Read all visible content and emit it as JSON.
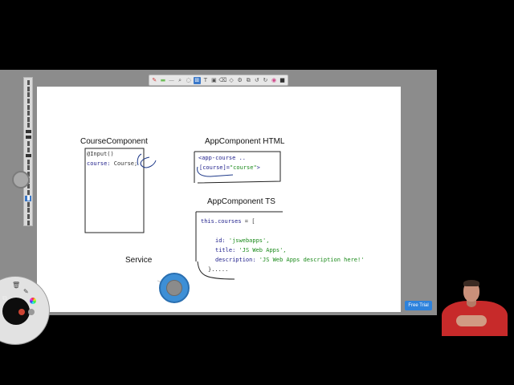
{
  "toolbar": {
    "tools": [
      {
        "name": "pen-red-icon",
        "glyph": "✎",
        "color": "#d23b3b"
      },
      {
        "name": "highlighter-icon",
        "glyph": "▬",
        "color": "#6fbf5a"
      },
      {
        "name": "line-icon",
        "glyph": "—",
        "color": "#888888"
      },
      {
        "name": "magnifier-icon",
        "glyph": "⌕",
        "color": "#555555"
      },
      {
        "name": "lasso-icon",
        "glyph": "◌",
        "color": "#555555"
      },
      {
        "name": "transform-icon",
        "glyph": "⊞",
        "color": "#ffffff",
        "active": true
      },
      {
        "name": "text-tool-icon",
        "glyph": "T",
        "color": "#555555"
      },
      {
        "name": "image-icon",
        "glyph": "▣",
        "color": "#555555"
      },
      {
        "name": "eraser-icon",
        "glyph": "⌫",
        "color": "#555555"
      },
      {
        "name": "shapes-icon",
        "glyph": "◇",
        "color": "#555555"
      },
      {
        "name": "settings-icon",
        "glyph": "⚙",
        "color": "#555555"
      },
      {
        "name": "crop-icon",
        "glyph": "⧉",
        "color": "#555555"
      },
      {
        "name": "undo-icon",
        "glyph": "↺",
        "color": "#555555"
      },
      {
        "name": "redo-icon",
        "glyph": "↻",
        "color": "#555555"
      },
      {
        "name": "color-wheel-icon",
        "glyph": "◉",
        "color": "#d0478a"
      },
      {
        "name": "color-swatch-icon",
        "glyph": "■",
        "color": "#333333"
      }
    ]
  },
  "left_tools": {
    "count": 24,
    "selected_index": 19
  },
  "canvas": {
    "course_component_title": "CourseComponent",
    "course_input_decorator": "@Input()",
    "course_field": "course:",
    "course_type": " Course;",
    "app_component_html_title": "AppComponent   HTML",
    "app_html_line1": "<app-course ..",
    "app_html_binding": "[course]=",
    "app_html_value": "\"course\"",
    "app_html_close": ">",
    "app_component_ts_title": "AppComponent     TS",
    "ts_line1_kw": "this.courses",
    "ts_line1_rest": " = [",
    "ts_id_key": "id:",
    "ts_id_val": " 'jswebapps',",
    "ts_title_key": "title:",
    "ts_title_val": " 'JS Web Apps',",
    "ts_desc_key": "description:",
    "ts_desc_val": " 'JS Web Apps description here!'",
    "ts_close": "}.....",
    "service_label": "Service"
  },
  "free_trial_label": "Free Trial",
  "colors": {
    "accent_blue": "#2d82dc",
    "code_keyword": "#1d1d8a",
    "code_string": "#1a8a1a",
    "sketch_blue": "#1f3a8a"
  }
}
